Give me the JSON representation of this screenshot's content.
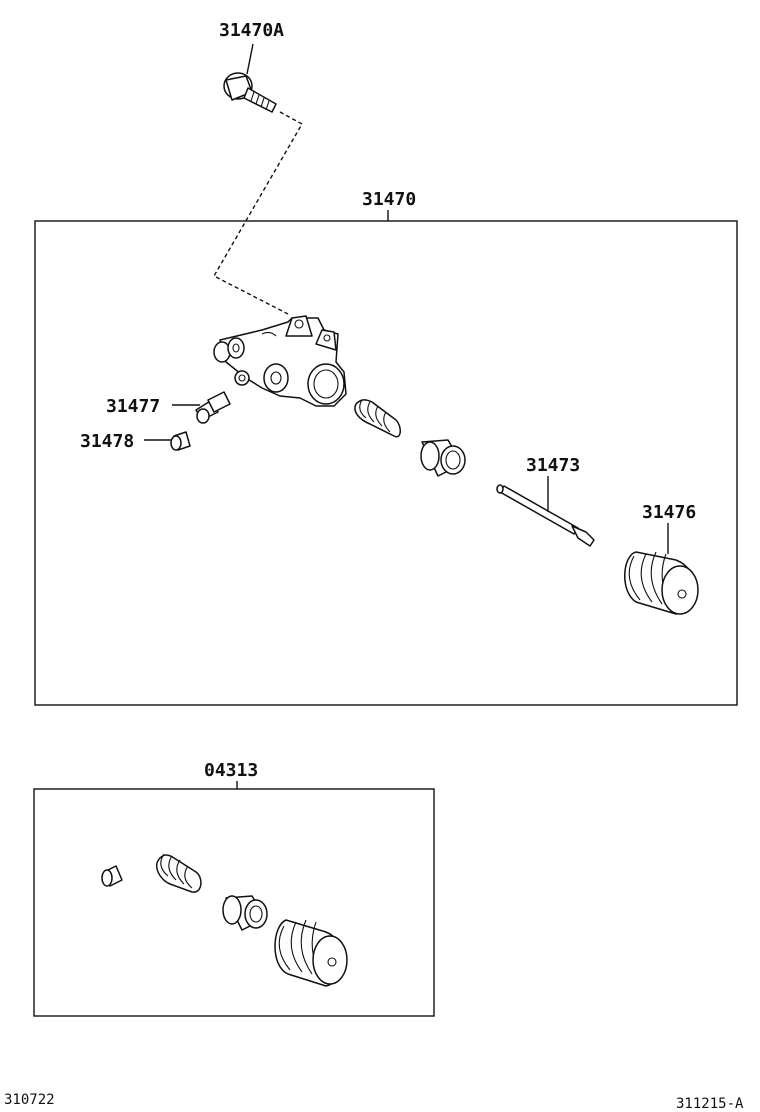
{
  "callouts": {
    "bolt": "31470A",
    "cylinder_assembly": "31470",
    "bleeder_plug": "31477",
    "bleeder_cap": "31478",
    "push_rod": "31473",
    "boot": "31476",
    "repair_kit": "04313"
  },
  "footer": {
    "left_code": "310722",
    "right_code": "311215-A"
  },
  "colors": {
    "line": "#111111",
    "background": "#ffffff"
  }
}
